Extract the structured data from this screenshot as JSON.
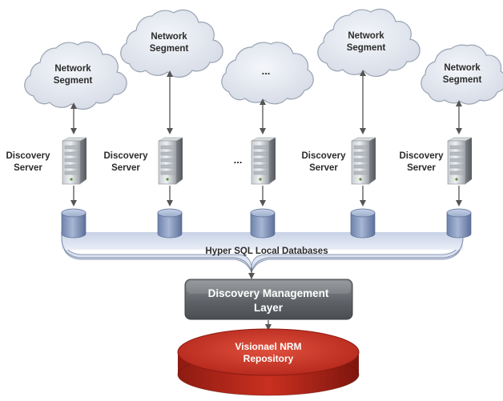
{
  "segments": [
    {
      "line1": "Network",
      "line2": "Segment"
    },
    {
      "line1": "Network",
      "line2": "Segment"
    },
    {
      "line1": "...",
      "line2": ""
    },
    {
      "line1": "Network",
      "line2": "Segment"
    },
    {
      "line1": "Network",
      "line2": "Segment"
    }
  ],
  "servers": [
    {
      "line1": "Discovery",
      "line2": "Server"
    },
    {
      "line1": "Discovery",
      "line2": "Server"
    },
    {
      "line1": "...",
      "line2": ""
    },
    {
      "line1": "Discovery",
      "line2": "Server"
    },
    {
      "line1": "Discovery",
      "line2": "Server"
    }
  ],
  "databases_label": "Hyper SQL Local Databases",
  "management_layer": {
    "line1": "Discovery Management",
    "line2": "Layer"
  },
  "repository": {
    "line1": "Visionael NRM",
    "line2": "Repository"
  },
  "colors": {
    "cloud_fill": "#dfe4ee",
    "cloud_stroke": "#9aa3b3",
    "database_fill": "#8da0c4",
    "layer_fill": "#6b6f73",
    "repository_fill": "#c2281c",
    "arrow": "#555555"
  },
  "icons": [
    "cloud-icon",
    "server-icon",
    "database-icon"
  ]
}
